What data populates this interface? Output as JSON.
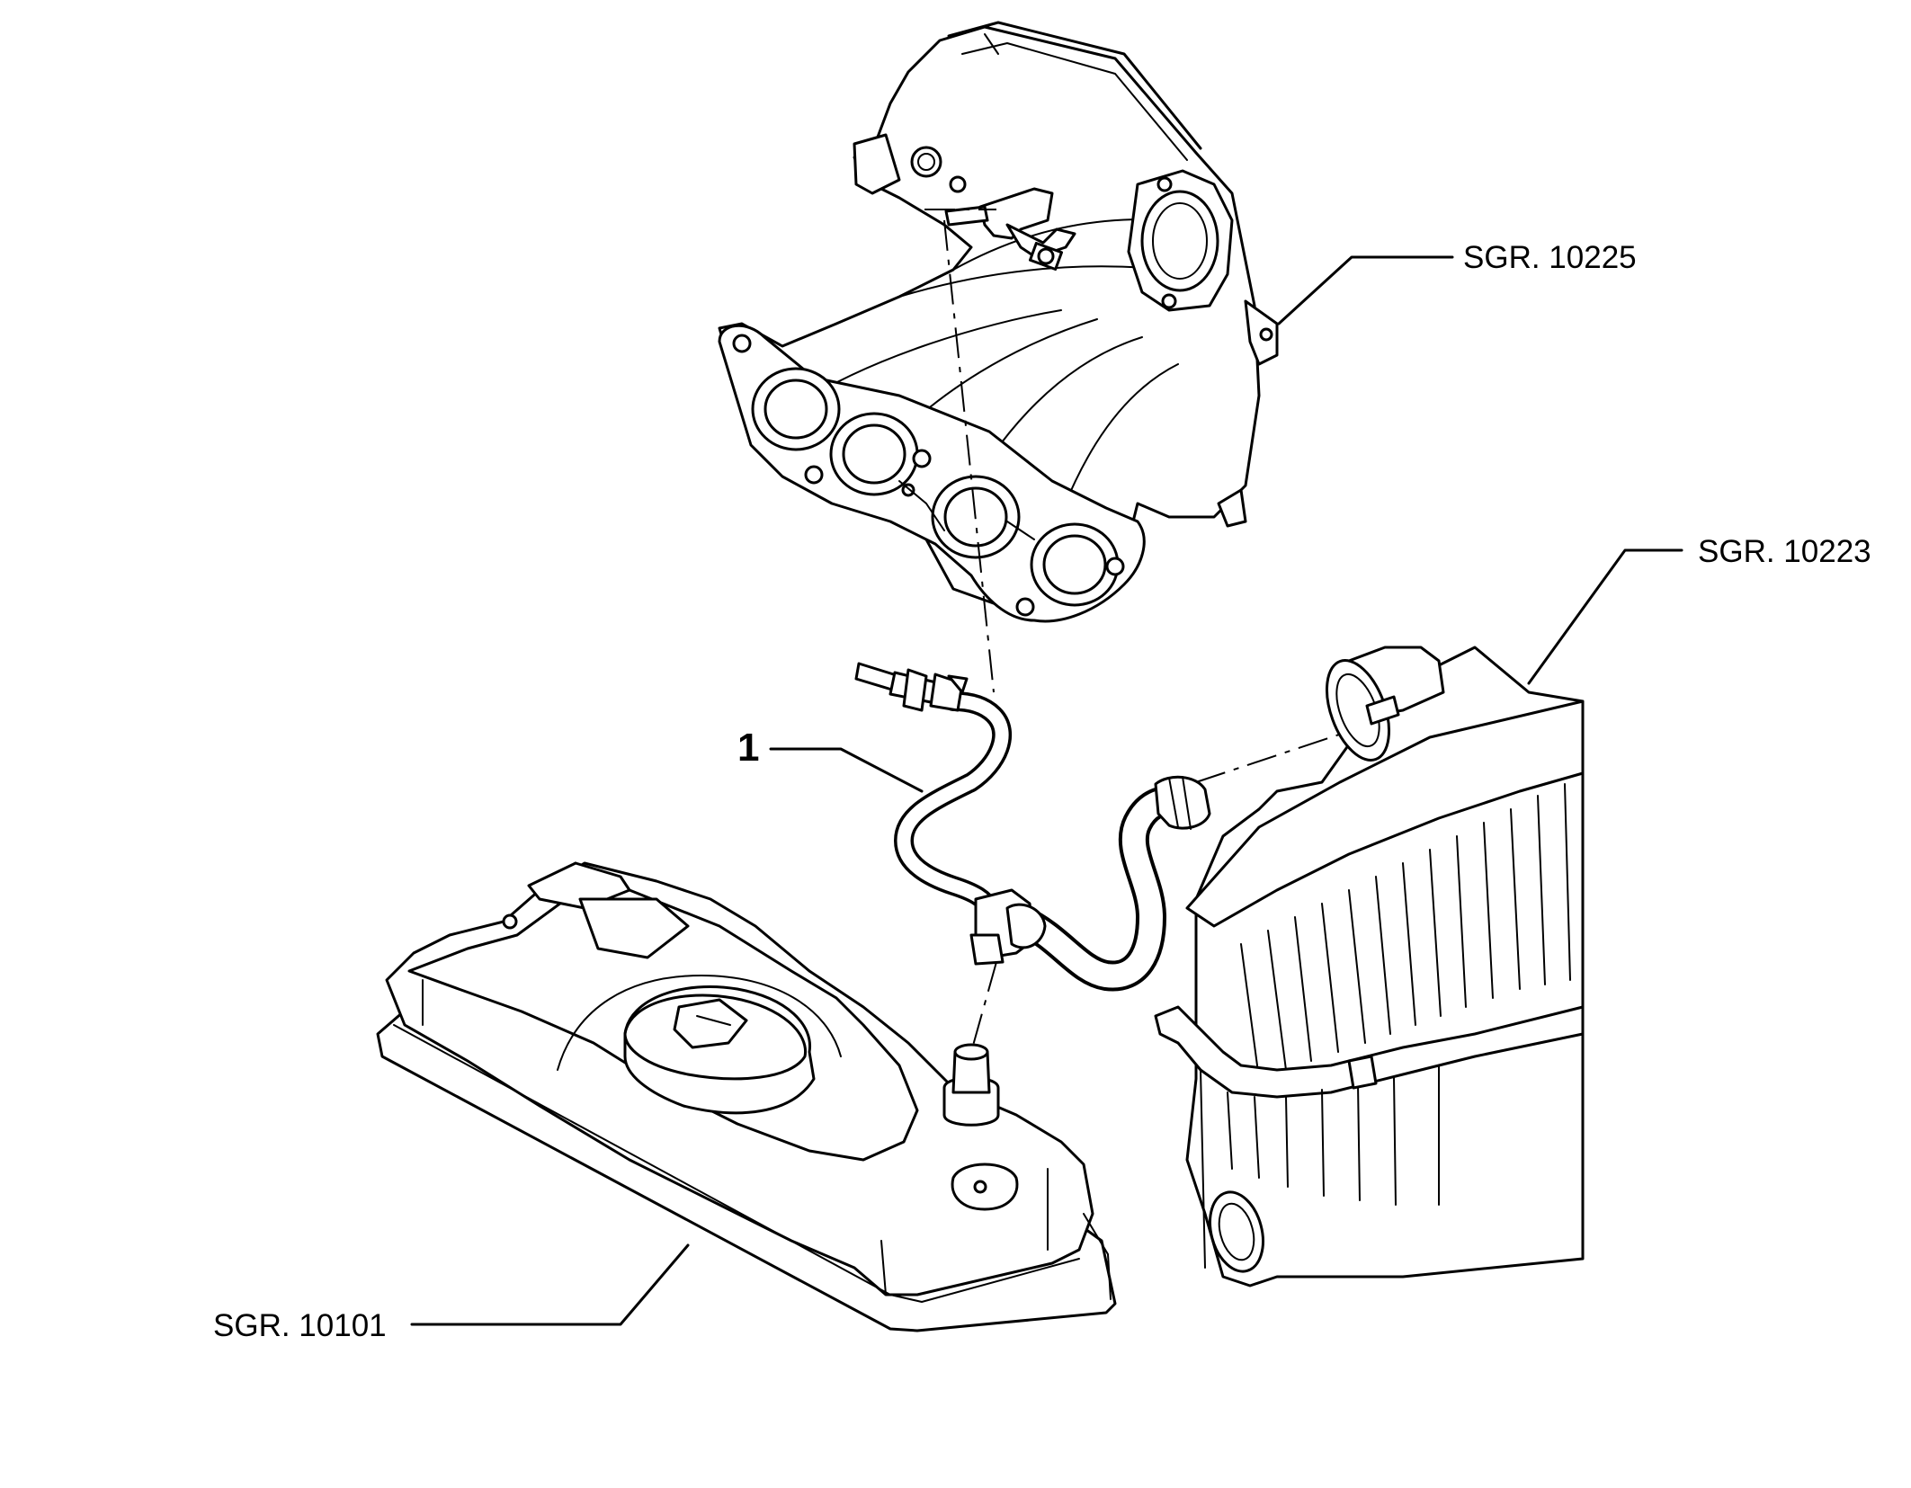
{
  "labels": {
    "item_1": "1",
    "sgr_10225": "SGR. 10225",
    "sgr_10223": "SGR. 10223",
    "sgr_10101": "SGR. 10101"
  }
}
